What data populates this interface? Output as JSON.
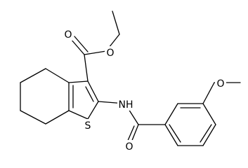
{
  "molecule": {
    "atom_labels": {
      "ester_carbonyl_o": "O",
      "ester_ether_o": "O",
      "thiophene_s": "S",
      "amide_nh": "NH",
      "amide_o": "O",
      "methoxy_o": "O"
    },
    "colors": {
      "bond": "#000000",
      "label": "#000000",
      "background": "#ffffff"
    }
  }
}
